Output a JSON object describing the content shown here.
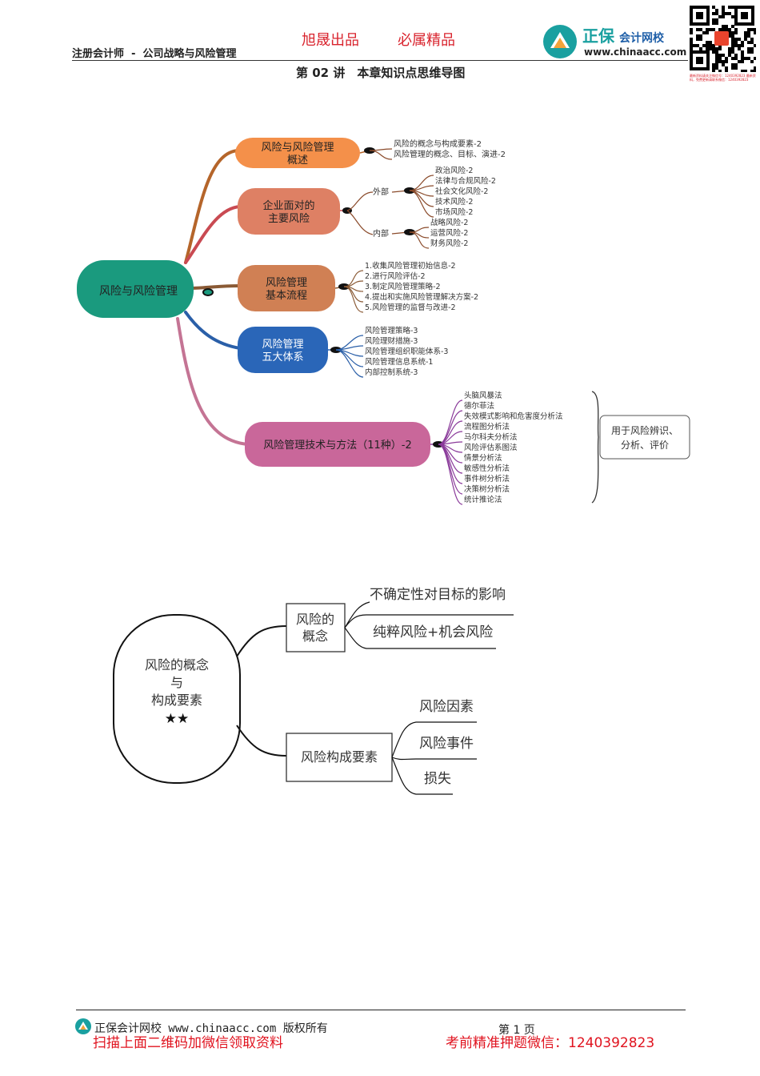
{
  "header": {
    "course": "注册会计师 - 公司战略与风险管理",
    "slogan_left": "旭晟出品",
    "slogan_right": "必属精品",
    "brand_name": "正保",
    "brand_suffix": "会计网校",
    "brand_url": "www.chinaacc.com",
    "lecture_title": "第 02 讲　本章知识点思维导图",
    "qr_caption": "最新资料请关注微信号：1240392823 最新资料，免费更新请联系微信：1240392823"
  },
  "mindmap1": {
    "root": "风险与风险管理",
    "branches": [
      {
        "label": [
          "风险与风险管理",
          "概述"
        ],
        "color": "#f4904a",
        "items": [
          "风险的概念与构成要素-2",
          "风险管理的概念、目标、演进-2"
        ]
      },
      {
        "label": [
          "企业面对的",
          "主要风险"
        ],
        "color": "#de8064",
        "groups": [
          {
            "name": "外部",
            "items": [
              "政治风险-2",
              "法律与合规风险-2",
              "社会文化风险-2",
              "技术风险-2",
              "市场风险-2"
            ]
          },
          {
            "name": "内部",
            "items": [
              "战略风险-2",
              "运营风险-2",
              "财务风险-2"
            ]
          }
        ]
      },
      {
        "label": [
          "风险管理",
          "基本流程"
        ],
        "color": "#d08054",
        "items": [
          "1.收集风险管理初始信息-2",
          "2.进行风险评估-2",
          "3.制定风险管理策略-2",
          "4.提出和实施风险管理解决方案-2",
          "5.风险管理的监督与改进-2"
        ]
      },
      {
        "label": [
          "风险管理",
          "五大体系"
        ],
        "color": "#2a66b8",
        "items": [
          "风险管理策略-3",
          "风险理财措施-3",
          "风险管理组织职能体系-3",
          "风险管理信息系统-1",
          "内部控制系统-3"
        ]
      },
      {
        "label": [
          "风险管理技术与方法（11种）-2"
        ],
        "color": "#c9679a",
        "items": [
          "头脑风暴法",
          "德尔菲法",
          "失效模式影响和危害度分析法",
          "流程图分析法",
          "马尔科夫分析法",
          "风险评估系图法",
          "情景分析法",
          "敏感性分析法",
          "事件树分析法",
          "决策树分析法",
          "统计推论法"
        ],
        "note": [
          "用于风险辨识、",
          "分析、评价"
        ]
      }
    ]
  },
  "mindmap2": {
    "root": [
      "风险的概念",
      "与",
      "构成要素"
    ],
    "stars": "★★",
    "branches": [
      {
        "label": [
          "风险的",
          "概念"
        ],
        "items": [
          "不确定性对目标的影响",
          "纯粹风险+机会风险"
        ]
      },
      {
        "label": [
          "风险构成要素"
        ],
        "items": [
          "风险因素",
          "风险事件",
          "损失"
        ]
      }
    ]
  },
  "footer": {
    "copyright": "正保会计网校 www.chinaacc.com 版权所有",
    "page": "第 1 页",
    "promo_left": "扫描上面二维码加微信领取资料",
    "promo_right": "考前精准押题微信：1240392823"
  },
  "colors": {
    "accent_red": "#d9232d",
    "root_teal": "#1a9a7e",
    "brand_blue": "#1f5fa8"
  }
}
